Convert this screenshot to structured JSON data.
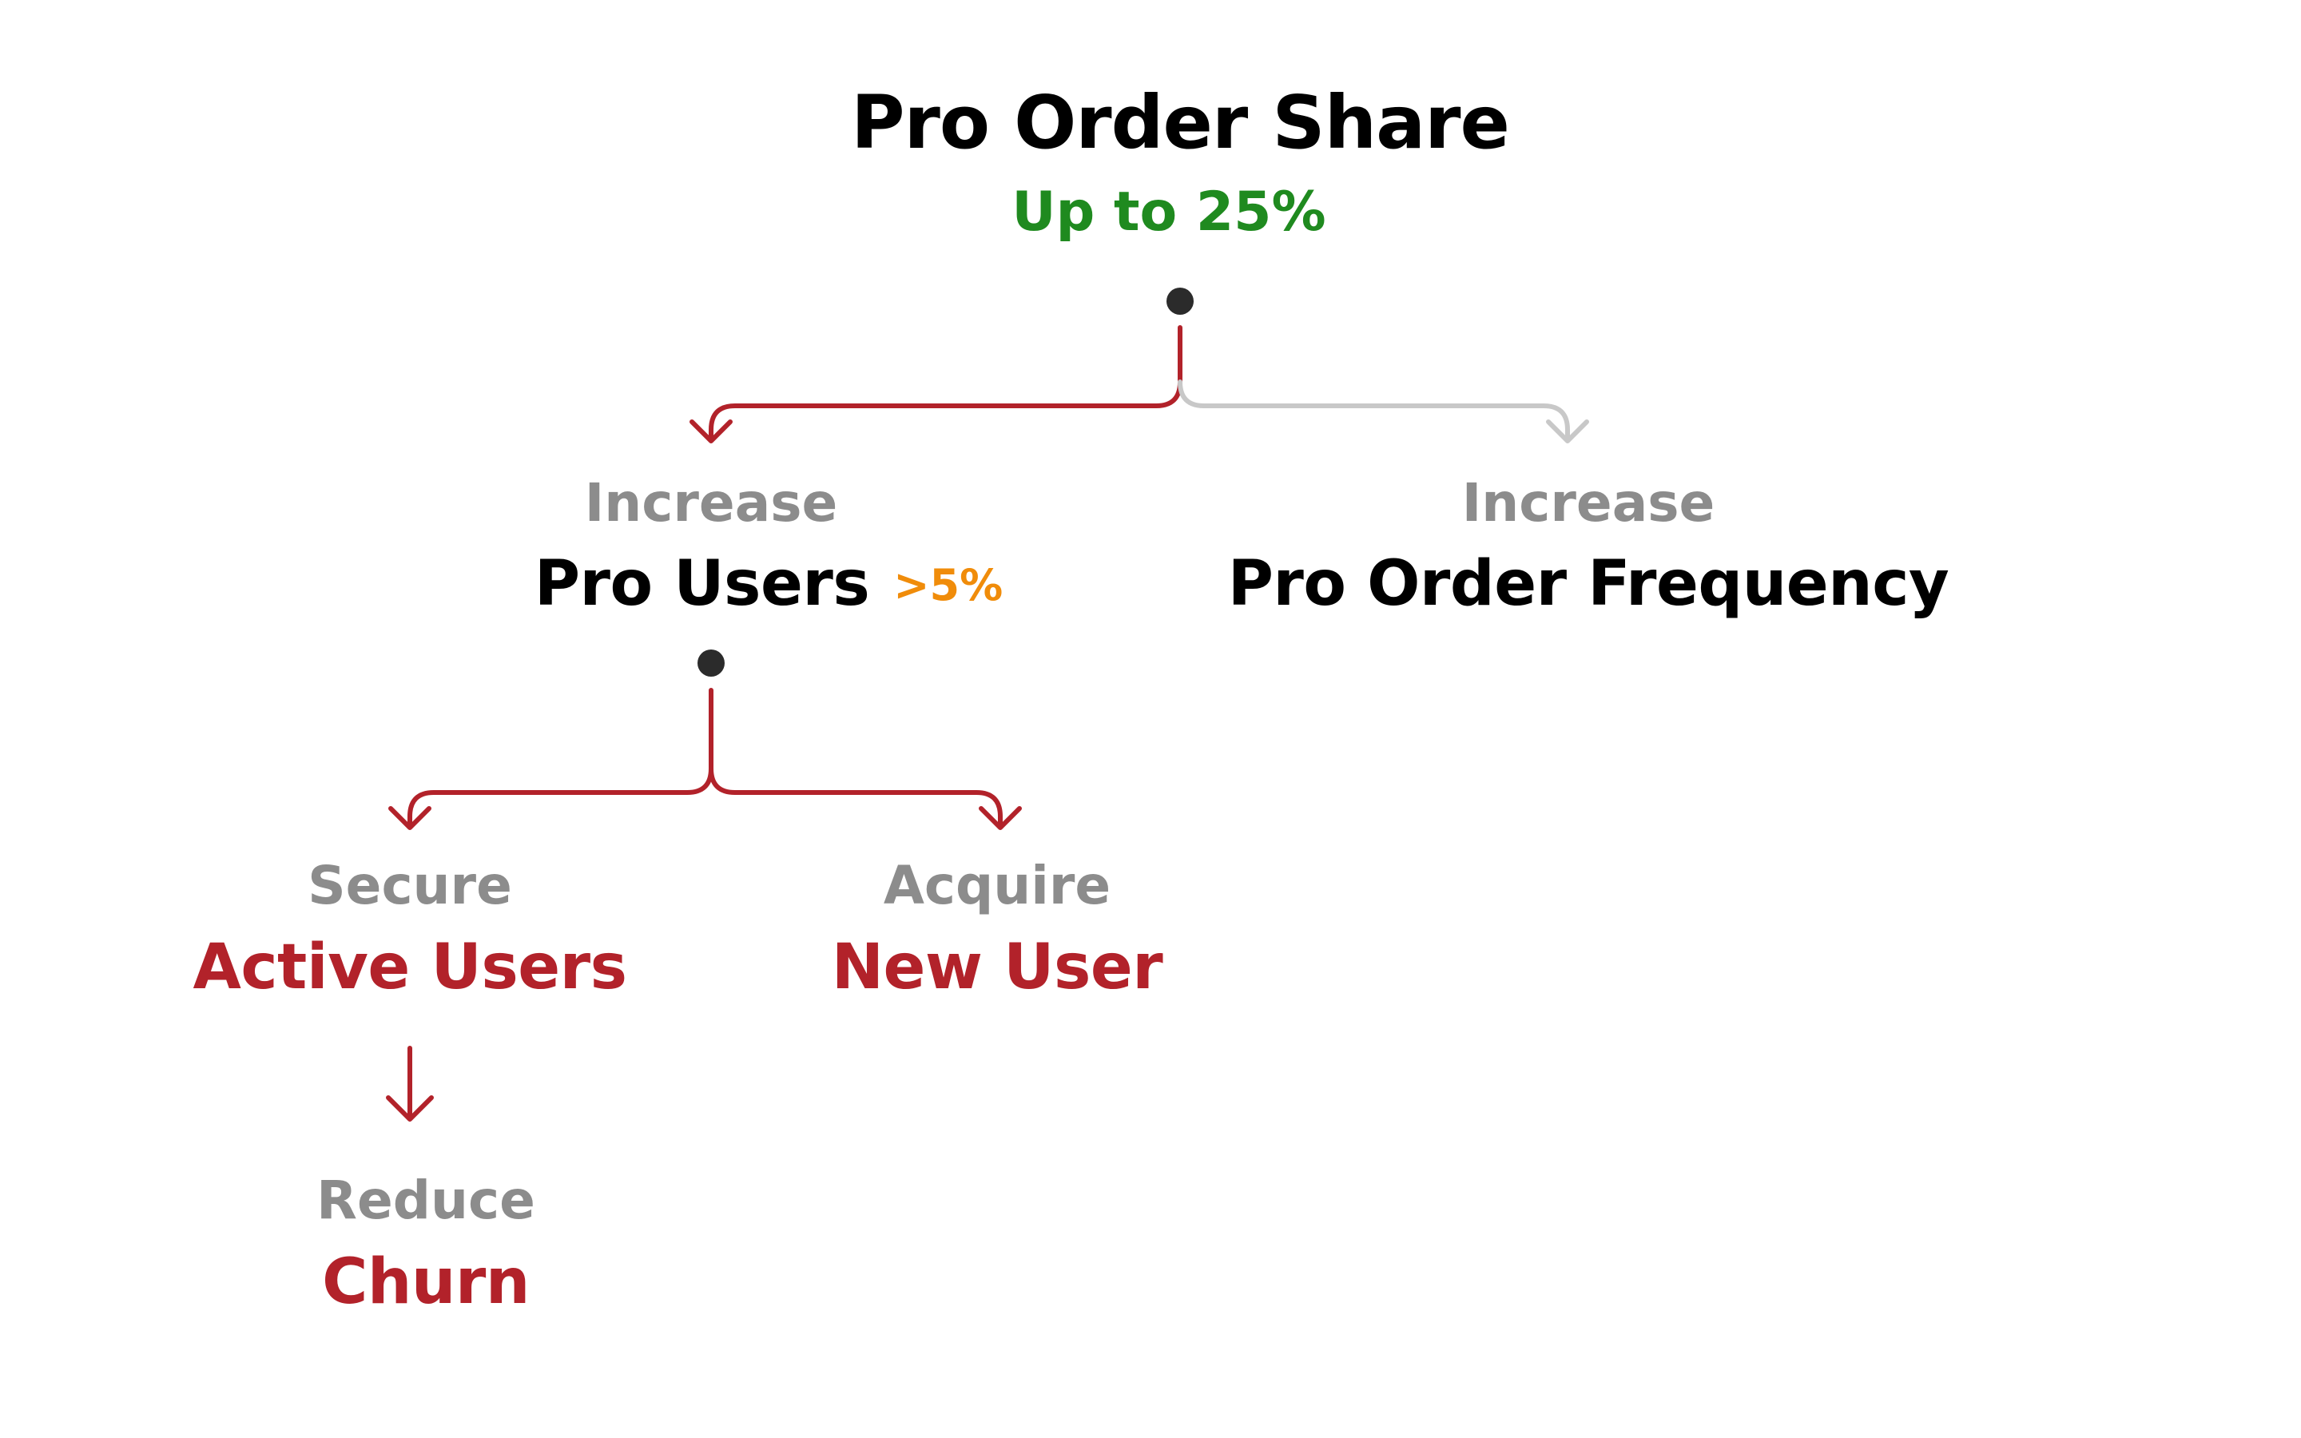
{
  "colors": {
    "active": "#b2222a",
    "inactive": "#c8c8c8",
    "positive": "#1f8a1f",
    "highlight": "#f08c0a",
    "muted": "#8c8c8c",
    "dot": "#2b2b2b"
  },
  "root": {
    "title": "Pro Order Share",
    "target": "Up to 25%"
  },
  "branches": {
    "pro_users": {
      "verb": "Increase",
      "label": "Pro Users",
      "badge": ">5%"
    },
    "pro_order_frequency": {
      "verb": "Increase",
      "label": "Pro Order Frequency"
    }
  },
  "leaves": {
    "active_users": {
      "verb": "Secure",
      "label": "Active Users"
    },
    "new_user": {
      "verb": "Acquire",
      "label": "New User"
    },
    "churn": {
      "verb": "Reduce",
      "label": "Churn"
    }
  }
}
